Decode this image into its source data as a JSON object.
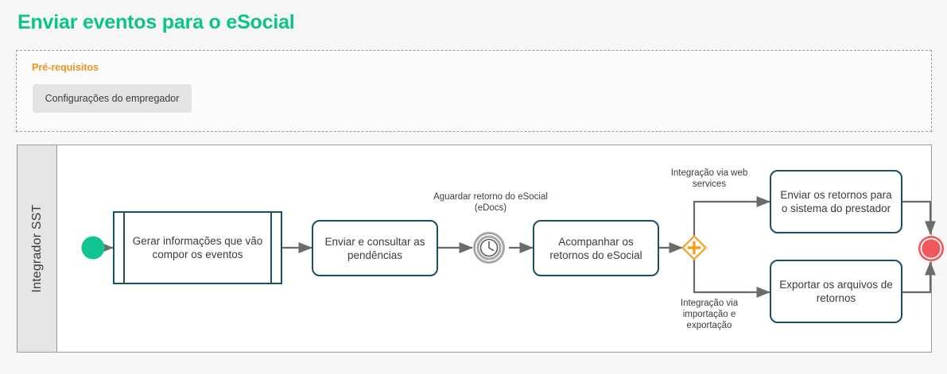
{
  "page": {
    "title": "Enviar eventos para o eSocial",
    "background": "#f7f7f7",
    "title_color": "#0ac486"
  },
  "prerequisites": {
    "heading": "Pré-requisitos",
    "heading_color": "#f4941e",
    "items": [
      {
        "label": "Configurações do empregador"
      }
    ]
  },
  "diagram": {
    "type": "bpmn-process-flow",
    "lane": {
      "label": "Integrador SST"
    },
    "colors": {
      "task_stroke": "#1b4f66",
      "connector": "#6b6b6b",
      "start_event": "#12c48f",
      "end_event": "#f2575d",
      "gateway": "#f4a01e",
      "timer_event": "#a8a8a8"
    },
    "nodes": [
      {
        "id": "start",
        "type": "start-event",
        "label": ""
      },
      {
        "id": "t1",
        "type": "subprocess",
        "label": "Gerar informações que vão compor os eventos"
      },
      {
        "id": "t2",
        "type": "task",
        "label": "Enviar e consultar as pendências"
      },
      {
        "id": "timer",
        "type": "timer-event",
        "label": "Aguardar retorno do eSocial (eDocs)"
      },
      {
        "id": "t3",
        "type": "task",
        "label": "Acompanhar os retornos do eSocial"
      },
      {
        "id": "gateway",
        "type": "parallel-gateway",
        "label": ""
      },
      {
        "id": "t4",
        "type": "task",
        "label": "Enviar os retornos para o sistema do prestador"
      },
      {
        "id": "t5",
        "type": "task",
        "label": "Exportar os arquivos de retornos"
      },
      {
        "id": "end",
        "type": "end-event",
        "label": ""
      }
    ],
    "edge_labels": {
      "branch_top": "Integração via web services",
      "branch_bottom": "Integração via importação e exportação"
    }
  }
}
